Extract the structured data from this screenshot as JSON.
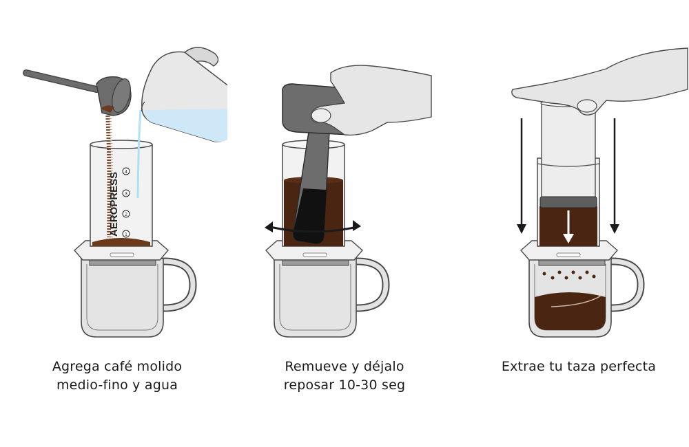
{
  "steps": [
    {
      "id": 1,
      "illustration": "scoop-grounds-and-pour-water-into-aeropress",
      "caption_line1": "Agrega café molido",
      "caption_line2": "medio-fino y agua",
      "brand_text": "AEROPRESS",
      "level_marks": [
        "4",
        "3",
        "2",
        "1"
      ]
    },
    {
      "id": 2,
      "illustration": "stir-with-paddle",
      "caption_line1": "Remueve y déjalo",
      "caption_line2": "reposar 10-30 seg"
    },
    {
      "id": 3,
      "illustration": "press-plunger-into-mug",
      "caption_line1": "Extrae tu taza perfecta",
      "caption_line2": ""
    }
  ],
  "colors": {
    "coffee": "#4a2612",
    "grounds": "#6b3a1c",
    "water": "#cfe8f7",
    "water_stream": "#aee0f6",
    "tool_gray": "#6d6d6d",
    "glass": "#ececec",
    "outline": "#4a4a4a",
    "hand": "#e6e6e6",
    "arrow": "#1a1a1a"
  }
}
